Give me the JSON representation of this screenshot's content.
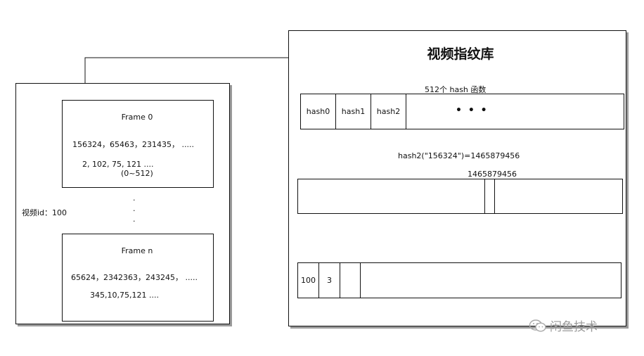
{
  "library": {
    "title": "视频指纹库",
    "hash_count_label": "512个 hash 函数",
    "hash_cells": [
      "hash0",
      "hash1",
      "hash2"
    ],
    "ellipsis": "• • •",
    "hash_formula": "hash2(\"156324\")=1465879456",
    "bucket_label": "1465879456",
    "index_cells": [
      "100",
      "3"
    ]
  },
  "video": {
    "id_label": "视频id：100",
    "vertical_dots": [
      "·",
      "·",
      "·"
    ],
    "frame0": {
      "title": "Frame 0",
      "hashes": "156324，65463，231435，  .....",
      "values": "2,     102,    75,       121 ....",
      "range": "(0~512)"
    },
    "framen": {
      "title": "Frame n",
      "hashes": "65624，2342363，243245，  .....",
      "values": "345,10,75,121 ...."
    }
  },
  "watermark": {
    "text": "闲鱼技术",
    "icon": "wechat-icon"
  }
}
